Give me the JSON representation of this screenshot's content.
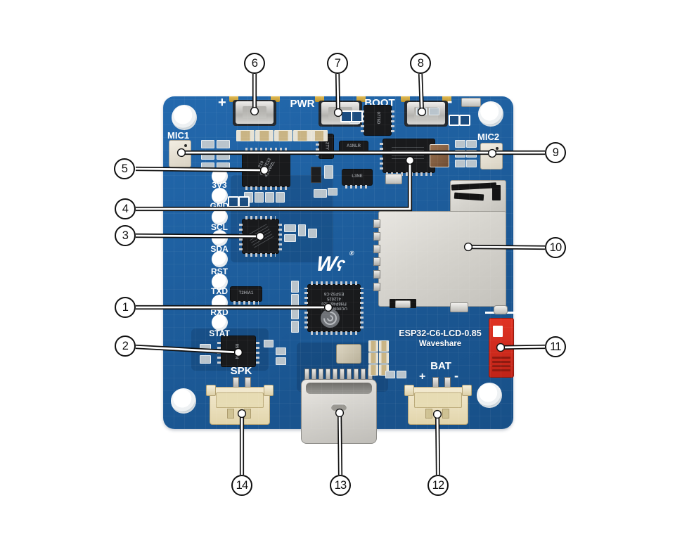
{
  "figure": {
    "kind": "hardware annotation diagram",
    "product": "ESP32-C6-LCD-0.85 development board"
  },
  "board": {
    "silkscreen": {
      "plus": "+",
      "pwr": "PWR",
      "boot": "BOOT",
      "minus": "-",
      "mic1": "MIC1",
      "mic2": "MIC2",
      "spk": "SPK",
      "bat": "BAT",
      "bat_plus": "+",
      "bat_minus": "-",
      "model": "ESP32-C6-LCD-0.85",
      "brand": "Waveshare",
      "logo": "W",
      "logo_reg": "®"
    },
    "pins": [
      {
        "label": "3V3"
      },
      {
        "label": "GND"
      },
      {
        "label": "SCL"
      },
      {
        "label": "SDA"
      },
      {
        "label": "RST"
      },
      {
        "label": "TXD"
      },
      {
        "label": "RXD"
      },
      {
        "label": "STAT"
      }
    ],
    "chip_markings": {
      "esp_l1": "ESP32-C6",
      "esp_l2": "412025",
      "esp_l3": "FH8P467420",
      "esp_l4": "UC00MCJ217",
      "codec_l1": "210",
      "codec_l2": "CGL7E13",
      "codec_l3": "41WW2L",
      "amp": "NS4168",
      "boot_chip": "0776D",
      "regulator": "T2HIA1",
      "diode": "L3NE",
      "sot": "A1NLR",
      "transistor": "2TY"
    },
    "colors": {
      "pcb_blue": "#1e5f9f",
      "silkscreen": "#ffffff",
      "switch_red": "#d3271c",
      "connector_beige": "#eadfb6",
      "metal_silver": "#d6d4cf",
      "callout_ink": "#101010"
    }
  },
  "callouts": [
    {
      "num": "1"
    },
    {
      "num": "2"
    },
    {
      "num": "3"
    },
    {
      "num": "4"
    },
    {
      "num": "5"
    },
    {
      "num": "6"
    },
    {
      "num": "7"
    },
    {
      "num": "8"
    },
    {
      "num": "9"
    },
    {
      "num": "10"
    },
    {
      "num": "11"
    },
    {
      "num": "12"
    },
    {
      "num": "13"
    },
    {
      "num": "14"
    }
  ]
}
